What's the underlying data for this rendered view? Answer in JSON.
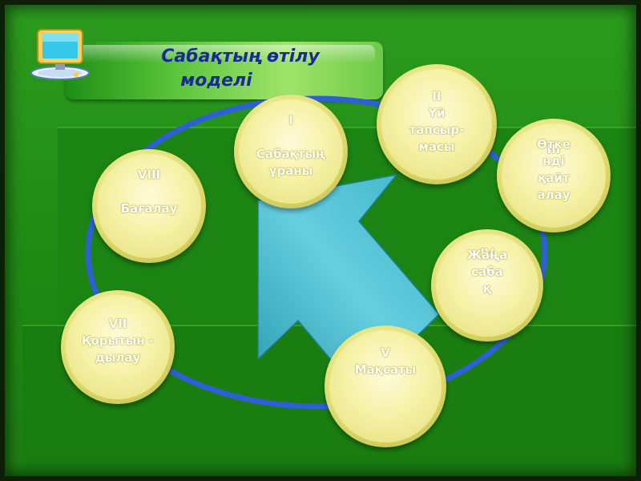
{
  "title": {
    "line1": "Сабақтың  өтілу",
    "line2": "моделі"
  },
  "circles": [
    {
      "roman": "I",
      "text": "Сабақтың\nұраны"
    },
    {
      "roman": "II",
      "text": "Үй\nтапсыр-\nмасы"
    },
    {
      "roman": "III",
      "text": "Өтке\nнді\nқайт\nалау"
    },
    {
      "roman": "IV",
      "text": "Жаңа\nсаба\nқ"
    },
    {
      "roman": "V",
      "text": "Мақсаты"
    },
    {
      "roman": "VII",
      "text": "Қорытын -\nдылау"
    },
    {
      "roman": "VIII",
      "text": "Бағалау"
    }
  ],
  "colors": {
    "background": "#1f8a14",
    "title_text": "#1a2a9a",
    "ring": "#2e5fd6",
    "arrow": "#5fc7e0",
    "bubble": "#e8e47e"
  },
  "icons": [
    "computer-icon",
    "big-arrow-icon"
  ]
}
